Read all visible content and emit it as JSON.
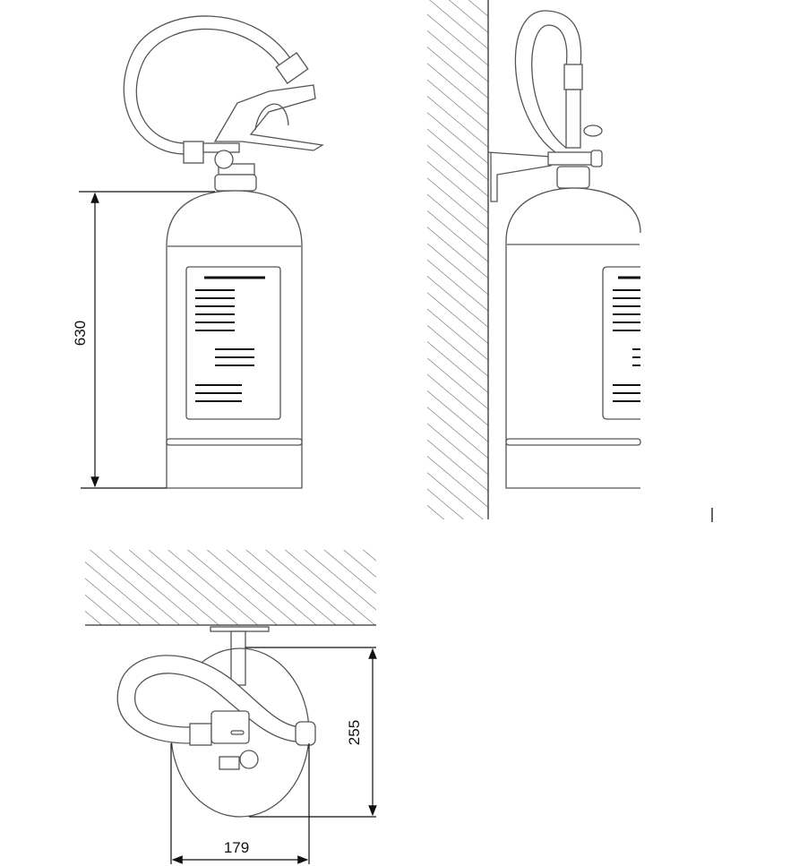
{
  "dimensions": {
    "height": "630",
    "depth": "255",
    "width": "179"
  },
  "colors": {
    "line": "#222222",
    "outline": "#555555",
    "hatch": "#666666"
  }
}
